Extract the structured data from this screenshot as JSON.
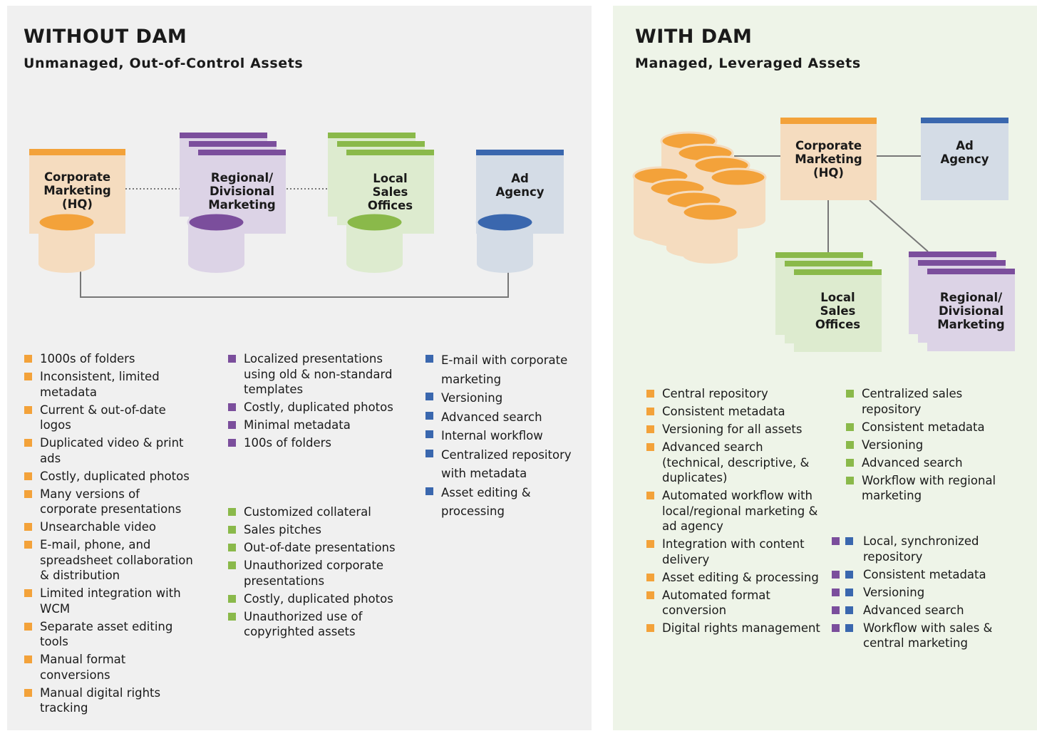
{
  "colors": {
    "orange": "#f3a23a",
    "orange_light": "#f5dcbf",
    "purple": "#7b4e9c",
    "purple_light": "#dcd3e6",
    "green": "#8ab94a",
    "green_light": "#ddebcf",
    "blue": "#3a67ae",
    "blue_light": "#d4dce6",
    "line": "#777777"
  },
  "left": {
    "title": "WITHOUT DAM",
    "subtitle": "Unmanaged, Out-of-Control Assets",
    "boxes": {
      "corporate": "Corporate\nMarketing\n(HQ)",
      "regional": "Regional/\nDivisional\nMarketing",
      "local": "Local\nSales\nOffices",
      "agency": "Ad\nAgency"
    },
    "orange_list": [
      "1000s of folders",
      "Inconsistent, limited metadata",
      "Current & out-of-date logos",
      "Duplicated video & print ads",
      "Costly, duplicated photos",
      "Many versions of corporate presentations",
      "Unsearchable video",
      "E-mail, phone, and spreadsheet collaboration & distribution",
      "Limited integration with WCM",
      "Separate asset editing tools",
      "Manual format conversions",
      "Manual digital rights tracking"
    ],
    "purple_list": [
      "Localized presentations using old & non-standard templates",
      "Costly, duplicated photos",
      "Minimal metadata",
      "100s of folders"
    ],
    "green_list": [
      "Customized collateral",
      "Sales pitches",
      "Out-of-date presentations",
      "Unauthorized corporate presentations",
      "Costly, duplicated photos",
      "Unauthorized use of copyrighted assets"
    ],
    "blue_list": [
      "E-mail with corporate marketing",
      "Versioning",
      "Advanced search",
      "Internal workflow",
      "Centralized repository with metadata",
      "Asset editing & processing"
    ]
  },
  "right": {
    "title": "WITH DAM",
    "subtitle": "Managed, Leveraged Assets",
    "boxes": {
      "corporate": "Corporate\nMarketing\n(HQ)",
      "agency": "Ad\nAgency",
      "local": "Local\nSales\nOffices",
      "regional": "Regional/\nDivisional\nMarketing"
    },
    "orange_list": [
      "Central repository",
      "Consistent metadata",
      "Versioning for all assets",
      "Advanced search (technical, descriptive, & duplicates)",
      "Automated workflow with local/regional marketing & ad agency",
      "Integration with content delivery",
      "Asset editing & processing",
      "Automated format conversion",
      "Digital rights management"
    ],
    "green_list": [
      "Centralized sales repository",
      "Consistent metadata",
      "Versioning",
      "Advanced search",
      "Workflow with regional marketing"
    ],
    "purple_blue_list": [
      "Local, synchronized repository",
      "Consistent metadata",
      "Versioning",
      "Advanced search",
      "Workflow with sales & central marketing"
    ]
  }
}
